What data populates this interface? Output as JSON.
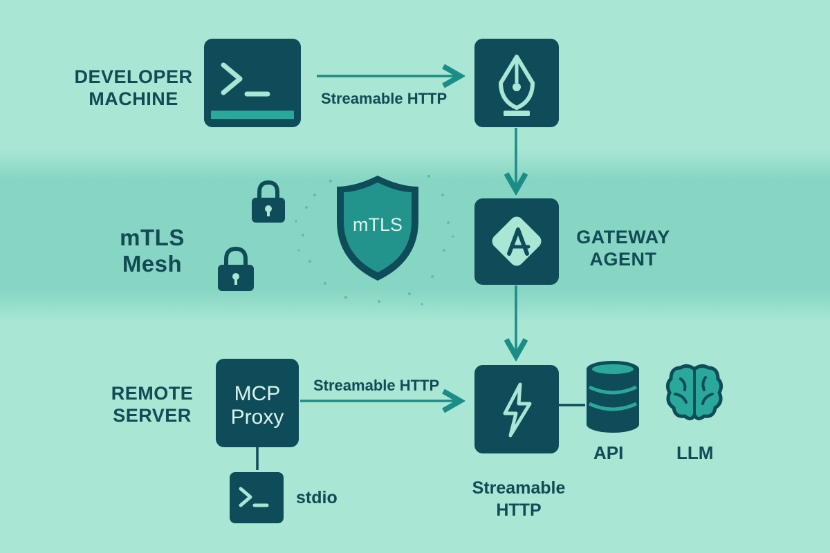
{
  "labels": {
    "developer": "DEVELOPER\nMACHINE",
    "mesh": "mTLS\nMesh",
    "gateway": "GATEWAY\nAGENT",
    "remote": "REMOTE\nSERVER"
  },
  "badges": {
    "shield": "mTLS",
    "proxy": "MCP\nProxy"
  },
  "edges": {
    "dev_to_pen": "Streamable HTTP",
    "proxy_to_bolt": "Streamable HTTP",
    "bolt_caption": "Streamable\nHTTP",
    "stdio": "stdio"
  },
  "resources": {
    "api": "API",
    "llm": "LLM"
  },
  "colors": {
    "background": "#a9e6d4",
    "node": "#0f4c5a",
    "accent": "#2aa99a",
    "text": "#124a55"
  }
}
